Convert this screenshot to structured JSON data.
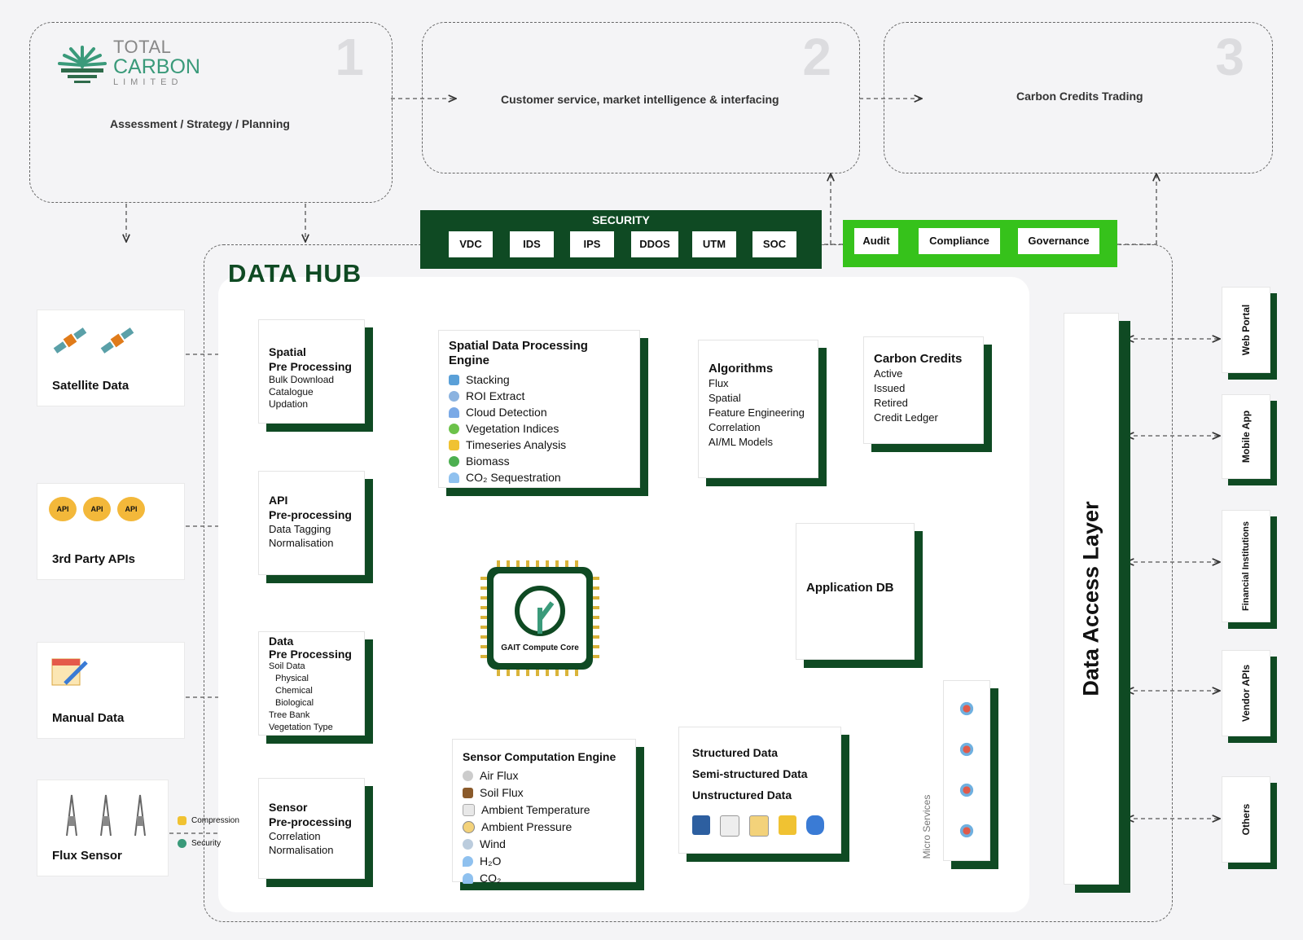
{
  "logo": {
    "line1": "TOTAL",
    "line2": "CARBON",
    "line3": "LIMITED"
  },
  "phases": [
    {
      "num": "1",
      "text": "Assessment / Strategy / Planning"
    },
    {
      "num": "2",
      "text": "Customer service, market intelligence & interfacing"
    },
    {
      "num": "3",
      "text": "Carbon Credits Trading"
    }
  ],
  "security": {
    "title": "SECURITY",
    "items": [
      "VDC",
      "IDS",
      "IPS",
      "DDOS",
      "UTM",
      "SOC"
    ]
  },
  "governance": [
    "Audit",
    "Compliance",
    "Governance"
  ],
  "hub_title": "DATA HUB",
  "sources": {
    "satellite": "Satellite Data",
    "apis": "3rd Party APIs",
    "api_tag": "API",
    "manual": "Manual Data",
    "flux": "Flux Sensor",
    "compression": "Compression",
    "security": "Security"
  },
  "pre": {
    "spatial": {
      "t1": "Spatial",
      "t2": "Pre Processing",
      "l1": "Bulk Download",
      "l2": "Catalogue Updation"
    },
    "api": {
      "t1": "API",
      "t2": "Pre-processing",
      "l1": "Data Tagging",
      "l2": "Normalisation"
    },
    "data": {
      "t1": "Data",
      "t2": "Pre Processing",
      "l1": "Soil Data",
      "l2": "Physical",
      "l3": "Chemical",
      "l4": "Biological",
      "l5": "Tree Bank",
      "l6": "Vegetation Type"
    },
    "sensor": {
      "t1": "Sensor",
      "t2": "Pre-processing",
      "l1": "Correlation",
      "l2": "Normalisation"
    }
  },
  "spatial_engine": {
    "title": "Spatial Data Processing Engine",
    "items": [
      "Stacking",
      "ROI Extract",
      "Cloud Detection",
      "Vegetation Indices",
      "Timeseries Analysis",
      "Biomass",
      "CO₂ Sequestration"
    ]
  },
  "algorithms": {
    "title": "Algorithms",
    "items": [
      "Flux",
      "Spatial",
      "Feature Engineering",
      "Correlation",
      "AI/ML Models"
    ]
  },
  "carbon_credits": {
    "title": "Carbon Credits",
    "items": [
      "Active",
      "Issued",
      "Retired",
      "Credit Ledger"
    ]
  },
  "compute_core": "GAIT Compute Core",
  "app_db": "Application DB",
  "sensor_engine": {
    "title": "Sensor Computation Engine",
    "items": [
      "Air Flux",
      "Soil Flux",
      "Ambient Temperature",
      "Ambient Pressure",
      "Wind",
      "H₂O",
      "CO₂"
    ]
  },
  "structured": {
    "items": [
      "Structured Data",
      "Semi-structured Data",
      "Unstructured Data"
    ]
  },
  "micro_services": "Micro Services",
  "data_access_layer": "Data Access Layer",
  "consumers": [
    "Web Portal",
    "Mobile App",
    "Financial Institutions",
    "Vendor APIs",
    "Others"
  ],
  "colors": {
    "dark_green": "#0f4a23",
    "bright_green": "#36c21b",
    "accent_teal": "#3a9a7a"
  }
}
